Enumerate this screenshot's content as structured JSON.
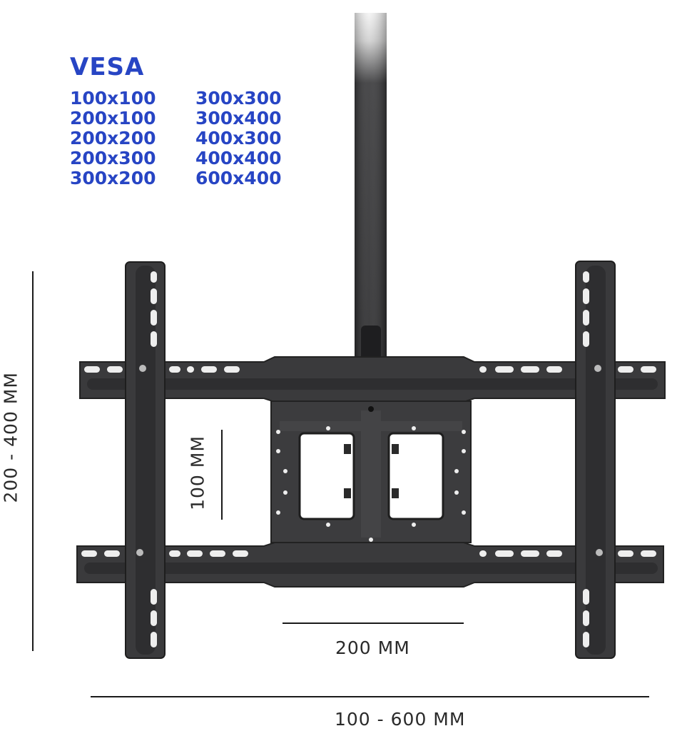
{
  "vesa": {
    "title": "VESA",
    "sizes": [
      "100x100",
      "300x300",
      "200x100",
      "300x400",
      "200x200",
      "400x300",
      "200x300",
      "400x400",
      "300x200",
      "600x400"
    ]
  },
  "dimensions": {
    "height_range": "200 - 400 MM",
    "inner_height": "100 MM",
    "inner_width": "200 MM",
    "width_range": "100 - 600 MM"
  },
  "colors": {
    "vesa_text": "#2745c4",
    "bracket": "#3a3a3c",
    "dim_line": "#1a1a1a"
  }
}
